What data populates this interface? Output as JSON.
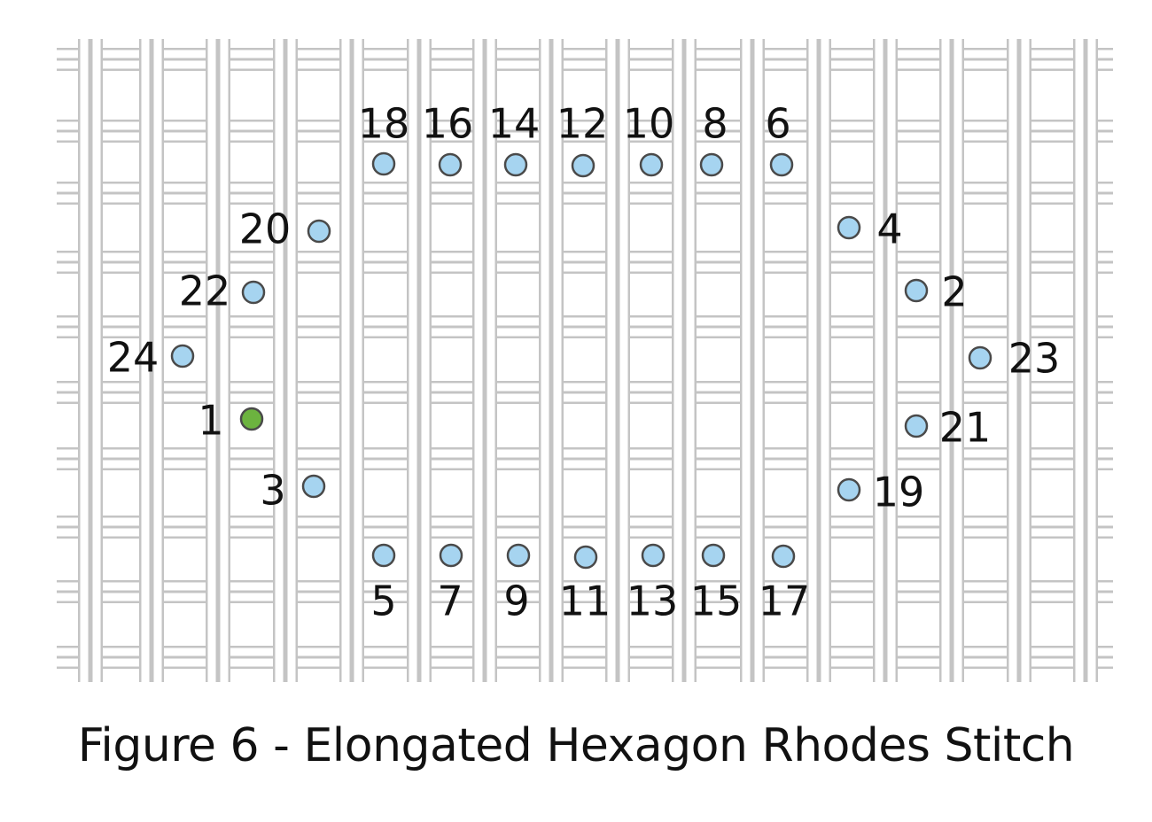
{
  "caption": "Figure 6 - Elongated Hexagon Rhodes Stitch",
  "colors": {
    "thread": "#c4c4c4",
    "thread_fill": "#ffffff",
    "hole_fill": "#a6d4f0",
    "hole_stroke": "#4a4a4a",
    "start_hole_fill": "#6cb33f",
    "label": "#111111"
  },
  "holes": [
    {
      "label": "1",
      "start": true
    },
    {
      "label": "2"
    },
    {
      "label": "3"
    },
    {
      "label": "4"
    },
    {
      "label": "5"
    },
    {
      "label": "6"
    },
    {
      "label": "7"
    },
    {
      "label": "8"
    },
    {
      "label": "9"
    },
    {
      "label": "10"
    },
    {
      "label": "11"
    },
    {
      "label": "12"
    },
    {
      "label": "13"
    },
    {
      "label": "14"
    },
    {
      "label": "15"
    },
    {
      "label": "16"
    },
    {
      "label": "17"
    },
    {
      "label": "18"
    },
    {
      "label": "19"
    },
    {
      "label": "20"
    },
    {
      "label": "21"
    },
    {
      "label": "22"
    },
    {
      "label": "23"
    },
    {
      "label": "24"
    }
  ]
}
